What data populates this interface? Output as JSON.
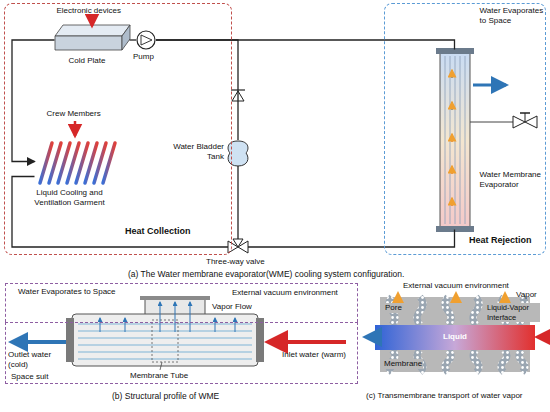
{
  "diagram": {
    "nodes": [
      {
        "text": [
          "Heat Collection"
        ]
      },
      {
        "text": [
          "Electronic devices",
          "Cold Plate"
        ],
        "in": 0
      },
      {
        "text": [
          "Crew Members",
          "Liquid Cooling and Ventilation Garment"
        ],
        "in": 0
      },
      {
        "text": [
          "Heat Rejection"
        ]
      },
      {
        "text": [
          "Water Evaporates to Space",
          "Water Membrane Evaporator"
        ],
        "in": 3
      },
      {
        "text": [
          "Pump"
        ]
      },
      {
        "text": [
          "Water Bladder Tank"
        ]
      },
      {
        "text": [
          "Three-way valve"
        ]
      },
      {
        "text": [
          "External vacuum environment"
        ]
      },
      {
        "text": [
          "Space suit"
        ]
      },
      {
        "text": [
          "Liquid"
        ]
      }
    ],
    "edges": [
      {
        "from": 5,
        "to": 1,
        "arrow": "none"
      },
      {
        "from": 1,
        "to": 2,
        "arrow": "to"
      },
      {
        "from": 2,
        "to": 7,
        "arrow": "none"
      },
      {
        "from": 7,
        "to": 4,
        "arrow": "none"
      },
      {
        "from": 4,
        "to": 5,
        "arrow": "none"
      },
      {
        "from": 6,
        "to": 5,
        "arrow": "none"
      },
      {
        "from": 6,
        "to": 7,
        "arrow": "none"
      }
    ],
    "labels": [
      "(a) The Water membrane evaporator(WME) cooling system configuration.",
      "(b) Structural profile of WME",
      "(c) Transmembrane transport of water vapor",
      "Water Evaporates to Space",
      "Vapor Flow",
      "Outlet water (cold)",
      "Inlet water (warm)",
      "Membrane Tube",
      "External vacuum environment",
      "Vapor",
      "Pore",
      "Liquid-Vapor Interface",
      "Membrane"
    ]
  }
}
